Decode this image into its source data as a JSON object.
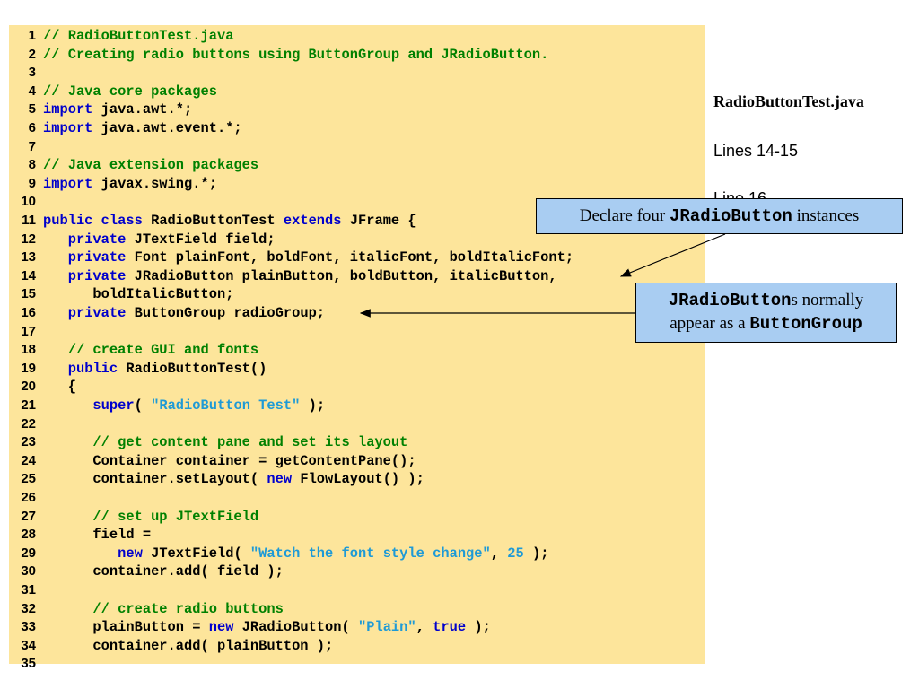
{
  "code": {
    "lines": [
      {
        "num": "1",
        "tokens": [
          {
            "t": "// RadioButtonTest.java",
            "k": "comment"
          }
        ]
      },
      {
        "num": "2",
        "tokens": [
          {
            "t": "// Creating radio buttons using ButtonGroup and JRadioButton.",
            "k": "comment"
          }
        ]
      },
      {
        "num": "3",
        "tokens": []
      },
      {
        "num": "4",
        "tokens": [
          {
            "t": "// Java core packages",
            "k": "comment"
          }
        ]
      },
      {
        "num": "5",
        "tokens": [
          {
            "t": "import",
            "k": "keyword"
          },
          {
            "t": " java.awt.*;",
            "k": "plain"
          }
        ]
      },
      {
        "num": "6",
        "tokens": [
          {
            "t": "import",
            "k": "keyword"
          },
          {
            "t": " java.awt.event.*;",
            "k": "plain"
          }
        ]
      },
      {
        "num": "7",
        "tokens": []
      },
      {
        "num": "8",
        "tokens": [
          {
            "t": "// Java extension packages",
            "k": "comment"
          }
        ]
      },
      {
        "num": "9",
        "tokens": [
          {
            "t": "import",
            "k": "keyword"
          },
          {
            "t": " javax.swing.*;",
            "k": "plain"
          }
        ]
      },
      {
        "num": "10",
        "tokens": []
      },
      {
        "num": "11",
        "tokens": [
          {
            "t": "public class",
            "k": "keyword"
          },
          {
            "t": " RadioButtonTest ",
            "k": "plain"
          },
          {
            "t": "extends",
            "k": "keyword"
          },
          {
            "t": " JFrame {",
            "k": "plain"
          }
        ]
      },
      {
        "num": "12",
        "tokens": [
          {
            "t": "   ",
            "k": "plain"
          },
          {
            "t": "private",
            "k": "keyword"
          },
          {
            "t": " JTextField field;",
            "k": "plain"
          }
        ]
      },
      {
        "num": "13",
        "tokens": [
          {
            "t": "   ",
            "k": "plain"
          },
          {
            "t": "private",
            "k": "keyword"
          },
          {
            "t": " Font plainFont, boldFont, italicFont, boldItalicFont;",
            "k": "plain"
          }
        ]
      },
      {
        "num": "14",
        "tokens": [
          {
            "t": "   ",
            "k": "plain"
          },
          {
            "t": "private",
            "k": "keyword"
          },
          {
            "t": " JRadioButton plainButton, boldButton, italicButton,",
            "k": "plain"
          }
        ]
      },
      {
        "num": "15",
        "tokens": [
          {
            "t": "      boldItalicButton;",
            "k": "plain"
          }
        ]
      },
      {
        "num": "16",
        "tokens": [
          {
            "t": "   ",
            "k": "plain"
          },
          {
            "t": "private",
            "k": "keyword"
          },
          {
            "t": " ButtonGroup radioGroup;",
            "k": "plain"
          }
        ]
      },
      {
        "num": "17",
        "tokens": []
      },
      {
        "num": "18",
        "tokens": [
          {
            "t": "   // create GUI and fonts",
            "k": "comment"
          }
        ]
      },
      {
        "num": "19",
        "tokens": [
          {
            "t": "   ",
            "k": "plain"
          },
          {
            "t": "public",
            "k": "keyword"
          },
          {
            "t": " RadioButtonTest()",
            "k": "plain"
          }
        ]
      },
      {
        "num": "20",
        "tokens": [
          {
            "t": "   {",
            "k": "plain"
          }
        ]
      },
      {
        "num": "21",
        "tokens": [
          {
            "t": "      ",
            "k": "plain"
          },
          {
            "t": "super",
            "k": "keyword"
          },
          {
            "t": "( ",
            "k": "plain"
          },
          {
            "t": "\"RadioButton Test\"",
            "k": "string"
          },
          {
            "t": " );",
            "k": "plain"
          }
        ]
      },
      {
        "num": "22",
        "tokens": []
      },
      {
        "num": "23",
        "tokens": [
          {
            "t": "      // get content pane and set its layout",
            "k": "comment"
          }
        ]
      },
      {
        "num": "24",
        "tokens": [
          {
            "t": "      Container container = getContentPane();",
            "k": "plain"
          }
        ]
      },
      {
        "num": "25",
        "tokens": [
          {
            "t": "      container.setLayout( ",
            "k": "plain"
          },
          {
            "t": "new",
            "k": "keyword"
          },
          {
            "t": " FlowLayout() );",
            "k": "plain"
          }
        ]
      },
      {
        "num": "26",
        "tokens": []
      },
      {
        "num": "27",
        "tokens": [
          {
            "t": "      // set up JTextField",
            "k": "comment"
          }
        ]
      },
      {
        "num": "28",
        "tokens": [
          {
            "t": "      field =",
            "k": "plain"
          }
        ]
      },
      {
        "num": "29",
        "tokens": [
          {
            "t": "         ",
            "k": "plain"
          },
          {
            "t": "new",
            "k": "keyword"
          },
          {
            "t": " JTextField( ",
            "k": "plain"
          },
          {
            "t": "\"Watch the font style change\"",
            "k": "string"
          },
          {
            "t": ", ",
            "k": "plain"
          },
          {
            "t": "25",
            "k": "number"
          },
          {
            "t": " );",
            "k": "plain"
          }
        ]
      },
      {
        "num": "30",
        "tokens": [
          {
            "t": "      container.add( field );",
            "k": "plain"
          }
        ]
      },
      {
        "num": "31",
        "tokens": []
      },
      {
        "num": "32",
        "tokens": [
          {
            "t": "      // create radio buttons",
            "k": "comment"
          }
        ]
      },
      {
        "num": "33",
        "tokens": [
          {
            "t": "      plainButton = ",
            "k": "plain"
          },
          {
            "t": "new",
            "k": "keyword"
          },
          {
            "t": " JRadioButton( ",
            "k": "plain"
          },
          {
            "t": "\"Plain\"",
            "k": "string"
          },
          {
            "t": ", ",
            "k": "plain"
          },
          {
            "t": "true",
            "k": "keyword"
          },
          {
            "t": " );",
            "k": "plain"
          }
        ]
      },
      {
        "num": "34",
        "tokens": [
          {
            "t": "      container.add( plainButton );",
            "k": "plain"
          }
        ]
      },
      {
        "num": "35",
        "tokens": []
      }
    ]
  },
  "sidebar": {
    "title": "RadioButtonTest.java",
    "line_refs": [
      "Lines 14-15",
      "Line 16"
    ]
  },
  "callouts": {
    "first": {
      "pre": "Declare four ",
      "code": "JRadioButton",
      "post": " instances"
    },
    "second": {
      "code1": "JRadioButton",
      "text1": "s normally",
      "text2": "appear as a ",
      "code2": "ButtonGroup"
    }
  },
  "colors": {
    "panel_bg": "#fde59b",
    "comment": "#008000",
    "keyword": "#0000cc",
    "string": "#1e9ad6",
    "callout_bg": "#a9cdf2"
  }
}
